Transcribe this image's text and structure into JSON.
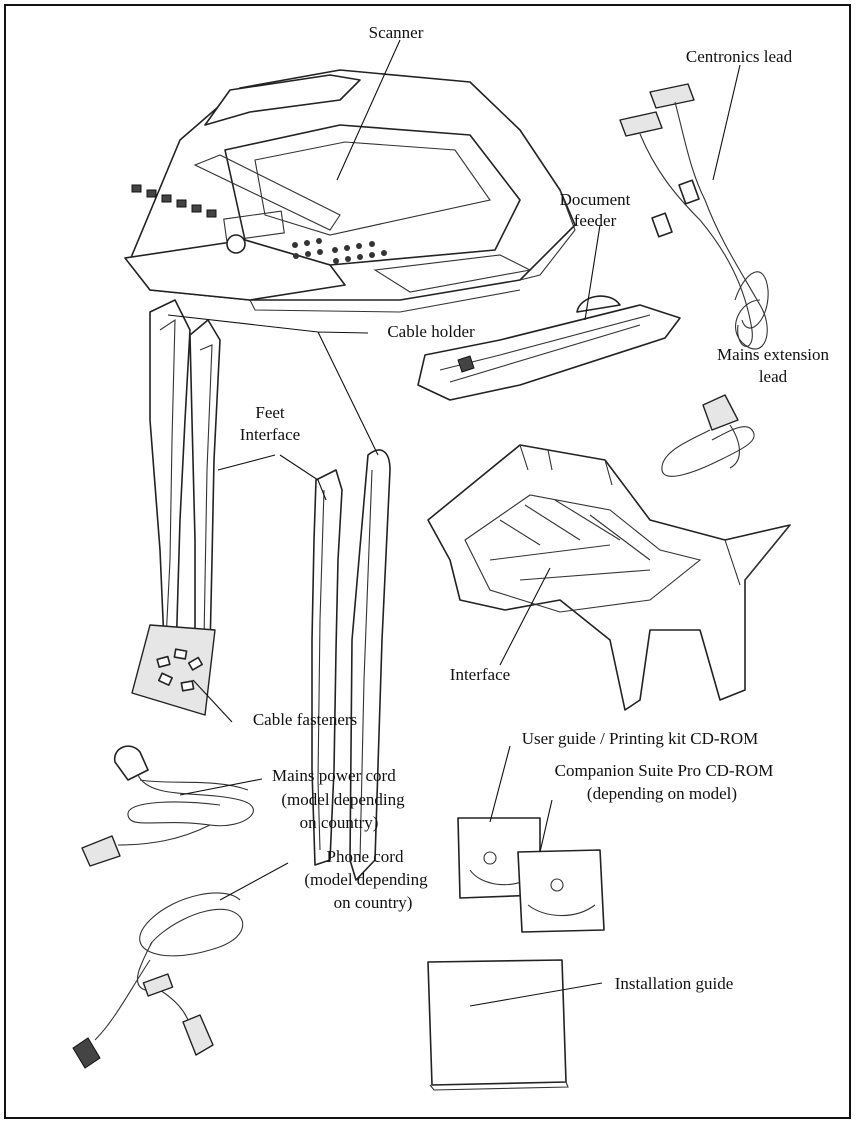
{
  "labels": {
    "scanner": "Scanner",
    "centronics_lead": "Centronics lead",
    "document_feeder_1": "Document",
    "document_feeder_2": "feeder",
    "cable_holder": "Cable holder",
    "mains_extension_1": "Mains extension",
    "mains_extension_2": "lead",
    "feet": "Feet",
    "interface_upper": "Interface",
    "interface_lower": "Interface",
    "cable_fasteners": "Cable fasteners",
    "user_guide_cd": "User guide / Printing kit CD-ROM",
    "companion_cd_1": "Companion Suite Pro CD-ROM",
    "companion_cd_2": "(depending on model)",
    "mains_power_1": "Mains power cord",
    "mains_power_2": "(model depending",
    "mains_power_3": "on country)",
    "phone_cord_1": "Phone cord",
    "phone_cord_2": "(model depending",
    "phone_cord_3": "on country)",
    "installation_guide": "Installation guide"
  },
  "icons": [
    "scanner-icon",
    "centronics-cable-icon",
    "document-feeder-icon",
    "cable-holder-icon",
    "feet-interface-icon",
    "mains-extension-icon",
    "interface-base-icon",
    "cable-fasteners-icon",
    "mains-power-cord-icon",
    "phone-cord-icon",
    "cd-rom-icon",
    "installation-guide-icon"
  ]
}
